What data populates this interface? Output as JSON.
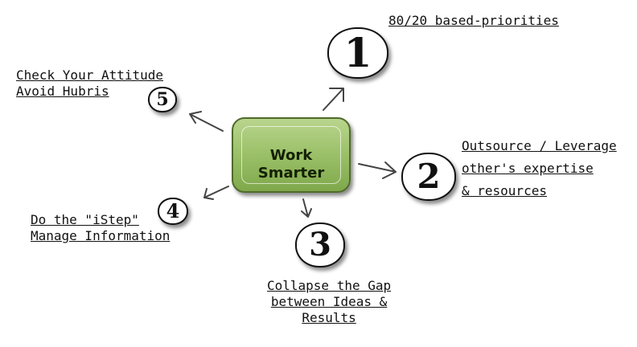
{
  "center": {
    "line1": "Work",
    "line2": "Smarter",
    "color": "#9dc26b"
  },
  "items": [
    {
      "number": "1",
      "lines": [
        "80/20 based-priorities"
      ]
    },
    {
      "number": "2",
      "lines": [
        "Outsource / Leverage",
        "other's expertise",
        "& resources"
      ]
    },
    {
      "number": "3",
      "lines": [
        "Collapse the Gap",
        "between Ideas &",
        "Results"
      ]
    },
    {
      "number": "4",
      "lines": [
        "Do the \"iStep\"",
        "Manage Information"
      ]
    },
    {
      "number": "5",
      "lines": [
        "Check Your Attitude",
        "Avoid Hubris"
      ]
    }
  ]
}
